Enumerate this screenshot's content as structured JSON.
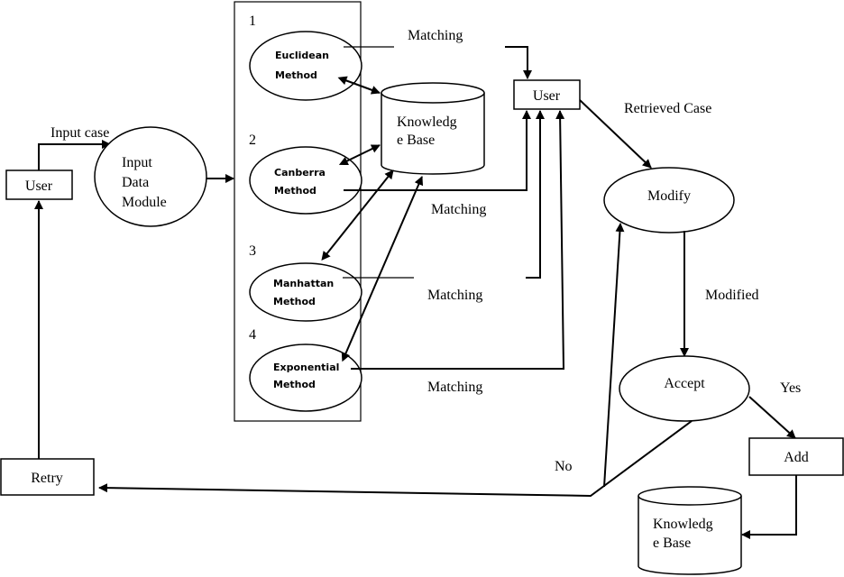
{
  "diagram": {
    "user_left": "User",
    "input_case": "Input case",
    "input_module": [
      "Input",
      "Data",
      "Module"
    ],
    "methods": [
      {
        "num": "1",
        "name": [
          "Euclidean",
          "Method"
        ]
      },
      {
        "num": "2",
        "name": [
          "Canberra",
          "Method"
        ]
      },
      {
        "num": "3",
        "name": [
          "Manhattan",
          "Method"
        ]
      },
      {
        "num": "4",
        "name": [
          "Exponential",
          "Method"
        ]
      }
    ],
    "kb_top": [
      "Knowledg",
      "e Base"
    ],
    "matching": "Matching",
    "user_right": "User",
    "retrieved_case": "Retrieved Case",
    "modify": "Modify",
    "modified": "Modified",
    "accept": "Accept",
    "yes": "Yes",
    "no": "No",
    "add": "Add",
    "kb_bottom": [
      "Knowledg",
      "e Base"
    ],
    "retry": "Retry"
  }
}
